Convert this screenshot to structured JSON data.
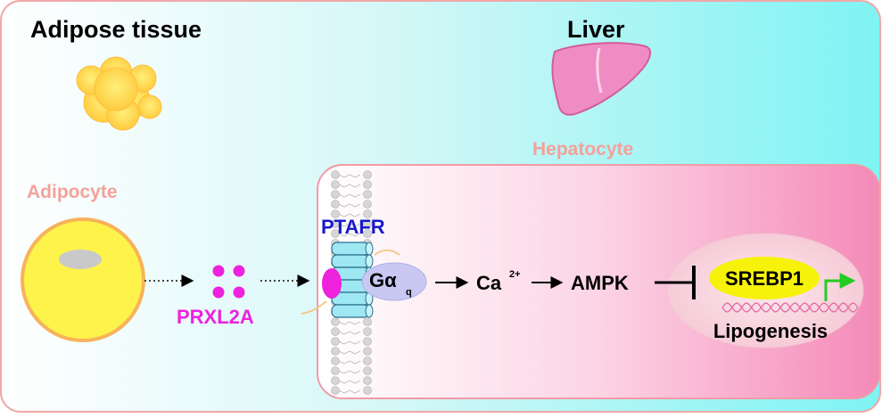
{
  "labels": {
    "adipose_tissue": "Adipose tissue",
    "liver": "Liver",
    "hepatocyte": "Hepatocyte",
    "adipocyte": "Adipocyte",
    "prxl2a": "PRXL2A",
    "ptafr": "PTAFR",
    "g_alpha": "Gα",
    "g_alpha_sub": "q",
    "calcium": "Ca",
    "calcium_sup": "2+",
    "ampk": "AMPK",
    "srebp1": "SREBP1",
    "lipogenesis": "Lipogenesis"
  },
  "colors": {
    "adipocyte_label": "#f4a19a",
    "hepatocyte_label": "#f4a19a",
    "prxl2a": "#ee22dd",
    "ptafr": "#1a1acc",
    "srebp1_fill": "#f6f20a",
    "transcription_arrow": "#22cc22",
    "liver": "#f08cc4",
    "fat": "#ffd54a"
  }
}
